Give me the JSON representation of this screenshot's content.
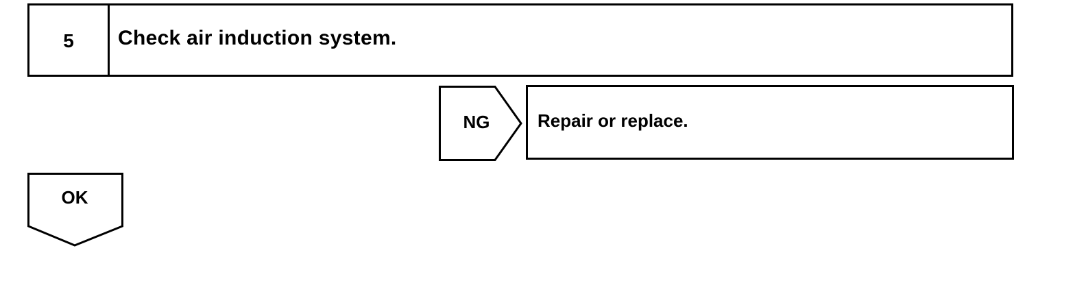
{
  "step": {
    "number": "5",
    "title": "Check air induction system."
  },
  "ng_branch": {
    "label": "NG",
    "action": "Repair or replace."
  },
  "ok_branch": {
    "label": "OK"
  }
}
